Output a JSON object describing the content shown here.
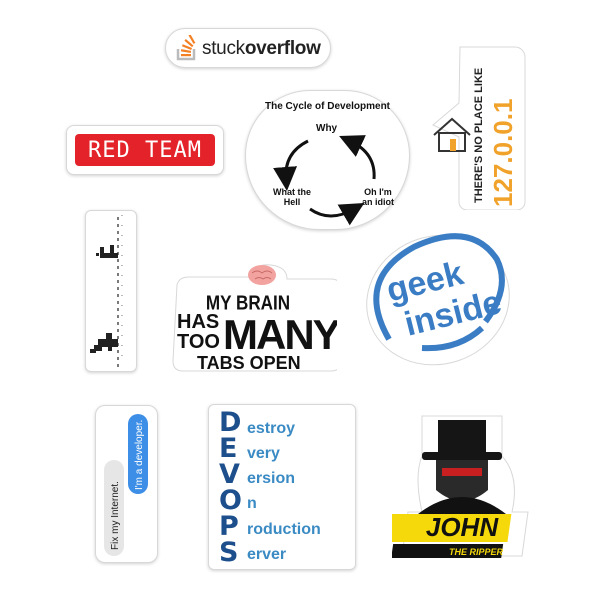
{
  "stickers": {
    "stuckoverflow": {
      "text_light": "stuck",
      "text_bold": "overflow"
    },
    "red_team": {
      "text": "RED TEAM"
    },
    "cycle": {
      "title": "The Cycle of Development",
      "top": "Why",
      "left_line1": "What the",
      "left_line2": "Hell",
      "right_line1": "Oh I'm",
      "right_line2": "an idiot"
    },
    "home": {
      "line1": "THERE'S NO PLACE LIKE",
      "line2": "127.0.0.1"
    },
    "brain": {
      "line1": "MY BRAIN",
      "has": "HAS",
      "too": "TOO",
      "many": "MANY",
      "line4": "TABS OPEN"
    },
    "geek": {
      "line1": "geek",
      "line2": "inside"
    },
    "chat": {
      "bubble1": "I'm a developer.",
      "bubble2": "Fix my Internet."
    },
    "devops": {
      "rows": [
        {
          "letter": "D",
          "rest": "estroy"
        },
        {
          "letter": "E",
          "rest": "very"
        },
        {
          "letter": "V",
          "rest": "ersion"
        },
        {
          "letter": "O",
          "rest": "n"
        },
        {
          "letter": "P",
          "rest": "roduction"
        },
        {
          "letter": "S",
          "rest": "erver"
        }
      ]
    },
    "john": {
      "line1": "JOHN",
      "line2": "THE RIPPER"
    }
  },
  "colors": {
    "red_team": "#e42229",
    "stack_orange": "#f48024",
    "geek_blue": "#3b7dc4",
    "devops_dark": "#1d4f8c",
    "devops_light": "#3a8ac4",
    "chat_blue": "#3d8ee6",
    "john_yellow": "#f5d90a",
    "home_orange": "#f0a22a"
  }
}
